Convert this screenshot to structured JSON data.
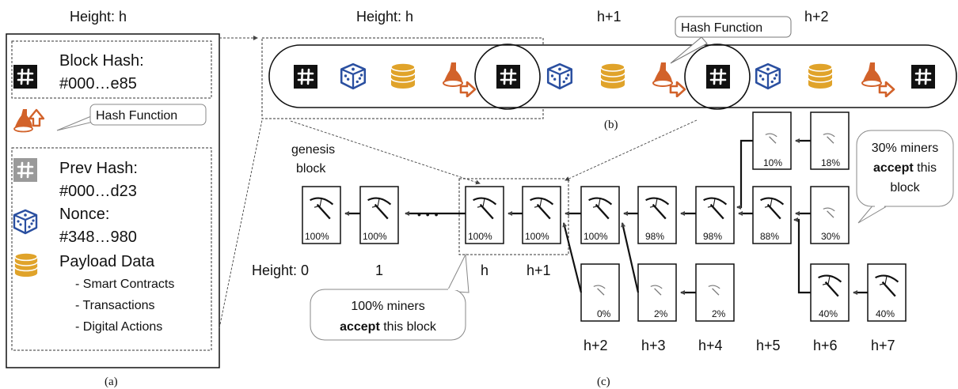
{
  "panel_a": {
    "height_label": "Height: h",
    "block_hash_label": "Block Hash:",
    "block_hash_value": "#000…e85",
    "hash_function_callout": "Hash Function",
    "prev_hash_label": "Prev Hash:",
    "prev_hash_value": "#000…d23",
    "nonce_label": "Nonce:",
    "nonce_value": "#348…980",
    "payload_label": "Payload Data",
    "payload_items": [
      "- Smart Contracts",
      "- Transactions",
      "- Digital Actions"
    ],
    "caption": "(a)"
  },
  "panel_b": {
    "height_labels": [
      "Height: h",
      "h+1",
      "h+2"
    ],
    "hash_function_callout": "Hash Function",
    "caption": "(b)"
  },
  "panel_c": {
    "genesis_label": [
      "genesis",
      "block"
    ],
    "main_chain_percents": [
      "100%",
      "100%",
      "100%",
      "100%",
      "100%",
      "98%",
      "98%",
      "88%"
    ],
    "upper_fork_percents": [
      "10%",
      "18%"
    ],
    "right_fork_percent": "30%",
    "lower_fork_a_percents": [
      "0%"
    ],
    "lower_fork_b_percents": [
      "2%",
      "2%"
    ],
    "lower_fork_c_percents": [
      "40%",
      "40%"
    ],
    "ellipsis": "• • •",
    "bottom_labels_left": [
      "Height: 0",
      "1",
      "h",
      "h+1"
    ],
    "bottom_labels_right": [
      "h+2",
      "h+3",
      "h+4",
      "h+5",
      "h+6",
      "h+7"
    ],
    "callout_left": {
      "line1": "100% miners",
      "bold": "accept",
      "rest": " this block"
    },
    "callout_right": {
      "line1": "30% miners",
      "bold": "accept",
      "rest": " this",
      "line3": "block"
    },
    "caption": "(c)"
  },
  "colors": {
    "hash_icon": "#111111",
    "prev_hash_icon": "#9a9a9a",
    "dice": "#2a4fa0",
    "coins": "#e0a32a",
    "funnel": "#d2622a"
  }
}
